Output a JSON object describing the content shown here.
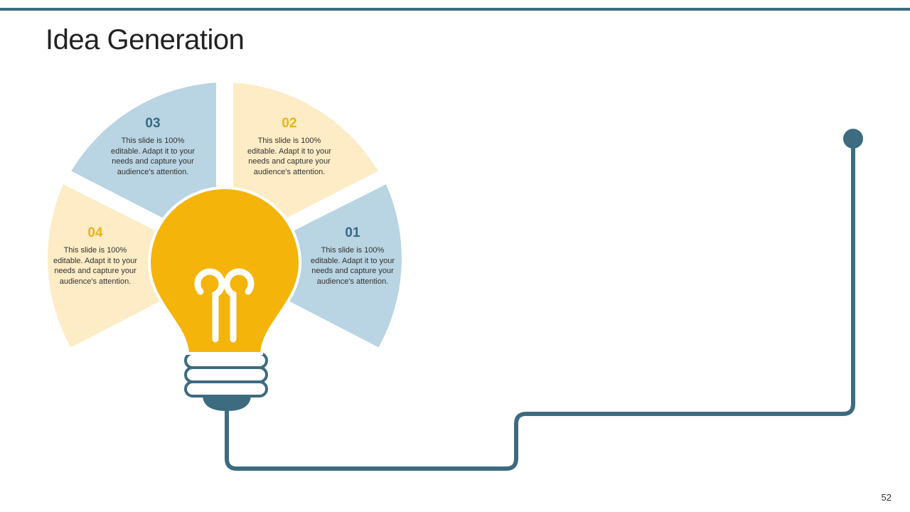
{
  "title": "Idea Generation",
  "page_number": "52",
  "colors": {
    "accent_dark": "#3d6b80",
    "accent_yellow": "#f4b40a",
    "light_blue": "#b9d4e2",
    "light_yellow": "#fdecc5",
    "num_blue": "#356985",
    "num_yellow": "#e9b418"
  },
  "segments": [
    {
      "number": "01",
      "text": "This slide is 100% editable. Adapt it to your needs and capture your audience's attention."
    },
    {
      "number": "02",
      "text": "This slide is 100% editable. Adapt it to your needs and capture your audience's attention."
    },
    {
      "number": "03",
      "text": "This slide is 100% editable. Adapt it to your needs and capture your audience's attention."
    },
    {
      "number": "04",
      "text": "This slide is 100% editable. Adapt it to your needs and capture your audience's attention."
    }
  ]
}
